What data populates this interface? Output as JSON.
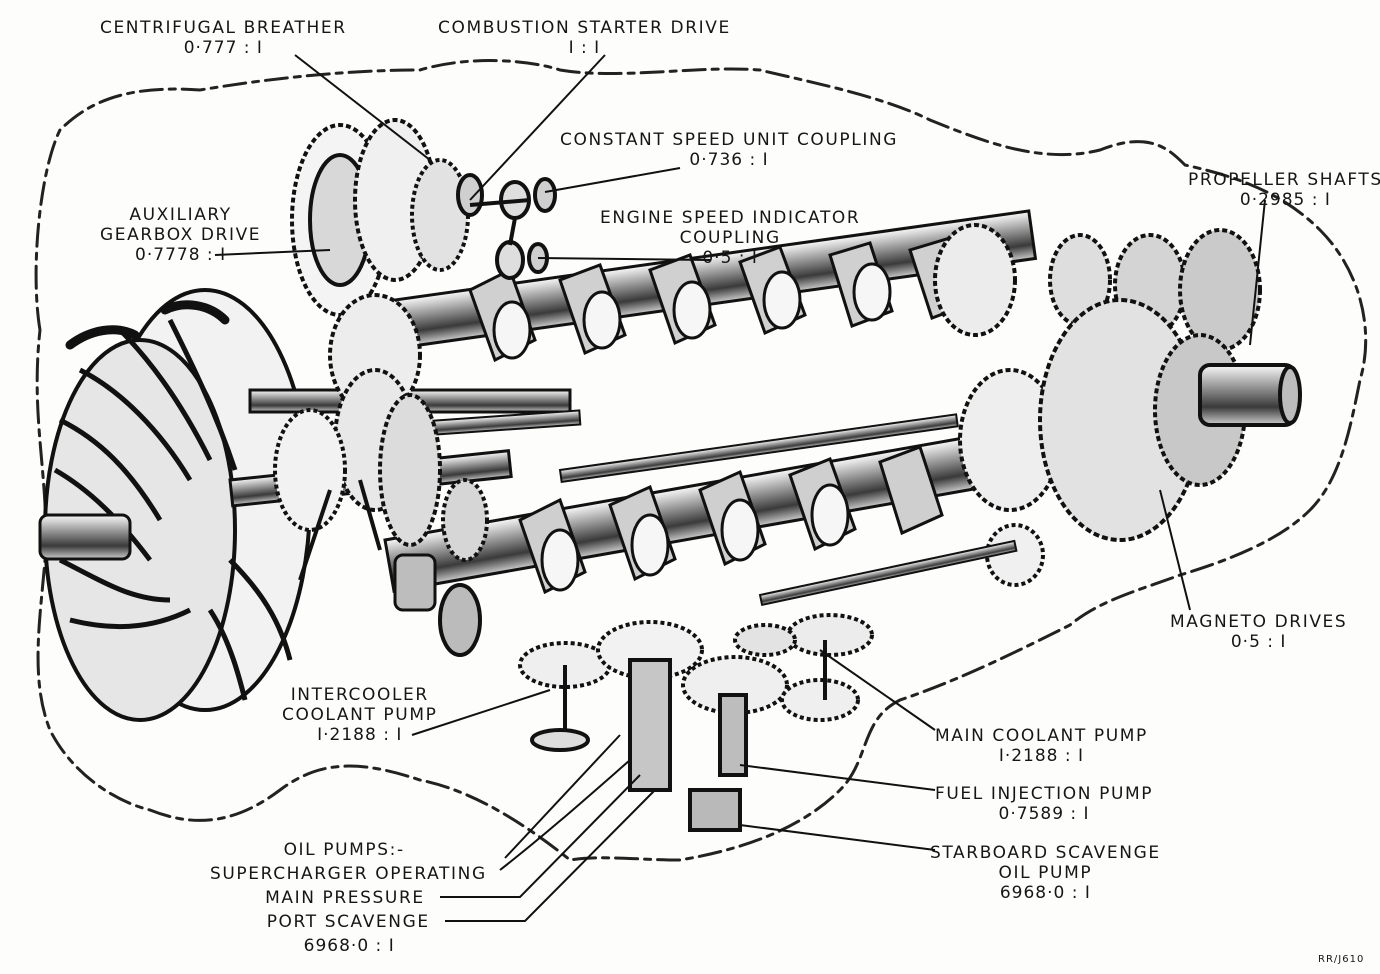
{
  "labels": {
    "centrifugal_breather": {
      "name": "CENTRIFUGAL BREATHER",
      "ratio": "0·777 : I"
    },
    "combustion_starter_drive": {
      "name": "COMBUSTION STARTER DRIVE",
      "ratio": "I : I"
    },
    "constant_speed_unit_coupling": {
      "name": "CONSTANT SPEED UNIT COUPLING",
      "ratio": "0·736 : I"
    },
    "propeller_shafts": {
      "name": "PROPELLER SHAFTS",
      "ratio": "0·2985 : I"
    },
    "auxiliary_gearbox_drive": {
      "name_line1": "AUXILIARY",
      "name_line2": "GEARBOX DRIVE",
      "ratio": "0·7778 : I"
    },
    "engine_speed_indicator_coupling": {
      "name_line1": "ENGINE SPEED INDICATOR",
      "name_line2": "COUPLING",
      "ratio": "0·5 : I"
    },
    "magneto_drives": {
      "name": "MAGNETO DRIVES",
      "ratio": "0·5 : I"
    },
    "intercooler_coolant_pump": {
      "name_line1": "INTERCOOLER",
      "name_line2": "COOLANT PUMP",
      "ratio": "I·2188 : I"
    },
    "main_coolant_pump": {
      "name": "MAIN COOLANT PUMP",
      "ratio": "I·2188 : I"
    },
    "fuel_injection_pump": {
      "name": "FUEL INJECTION PUMP",
      "ratio": "0·7589 : I"
    },
    "starboard_scavenge_oil_pump": {
      "name_line1": "STARBOARD SCAVENGE",
      "name_line2": "OIL PUMP",
      "ratio": "6968·0 : I"
    },
    "oil_pumps": {
      "heading": "OIL PUMPS:-",
      "line1": "SUPERCHARGER OPERATING",
      "line2": "MAIN PRESSURE",
      "line3": "PORT SCAVENGE",
      "ratio": "6968·0 : I"
    }
  },
  "figure_ref": "RR/J610",
  "colors": {
    "ink": "#161616",
    "paper": "#fdfdfb",
    "shade": "#bdbdbd"
  }
}
